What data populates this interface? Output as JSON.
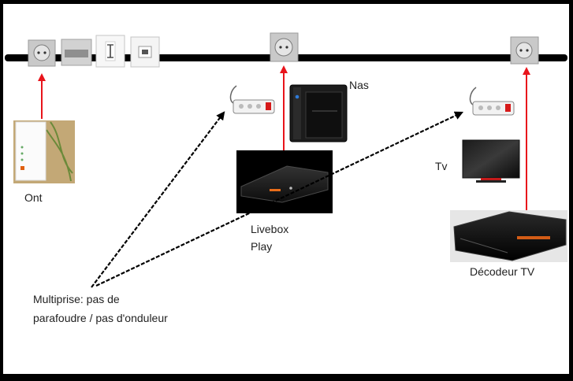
{
  "labels": {
    "ont": "Ont",
    "nas": "Nas",
    "livebox_line1": "Livebox",
    "livebox_line2": "Play",
    "tv": "Tv",
    "decodeur": "Décodeur TV",
    "multiprise_line1": "Multiprise: pas de",
    "multiprise_line2": "parafoudre / pas d'onduleur"
  },
  "colors": {
    "power_link": "#e8141b",
    "multiprise_link": "#000000",
    "rail": "#000000"
  },
  "icons": [
    "power-outlet-icon",
    "wall-box-icon",
    "light-switch-icon",
    "ethernet-socket-icon",
    "power-strip-icon",
    "ont-box-icon",
    "nas-icon",
    "livebox-icon",
    "tv-icon",
    "decodeur-icon"
  ]
}
